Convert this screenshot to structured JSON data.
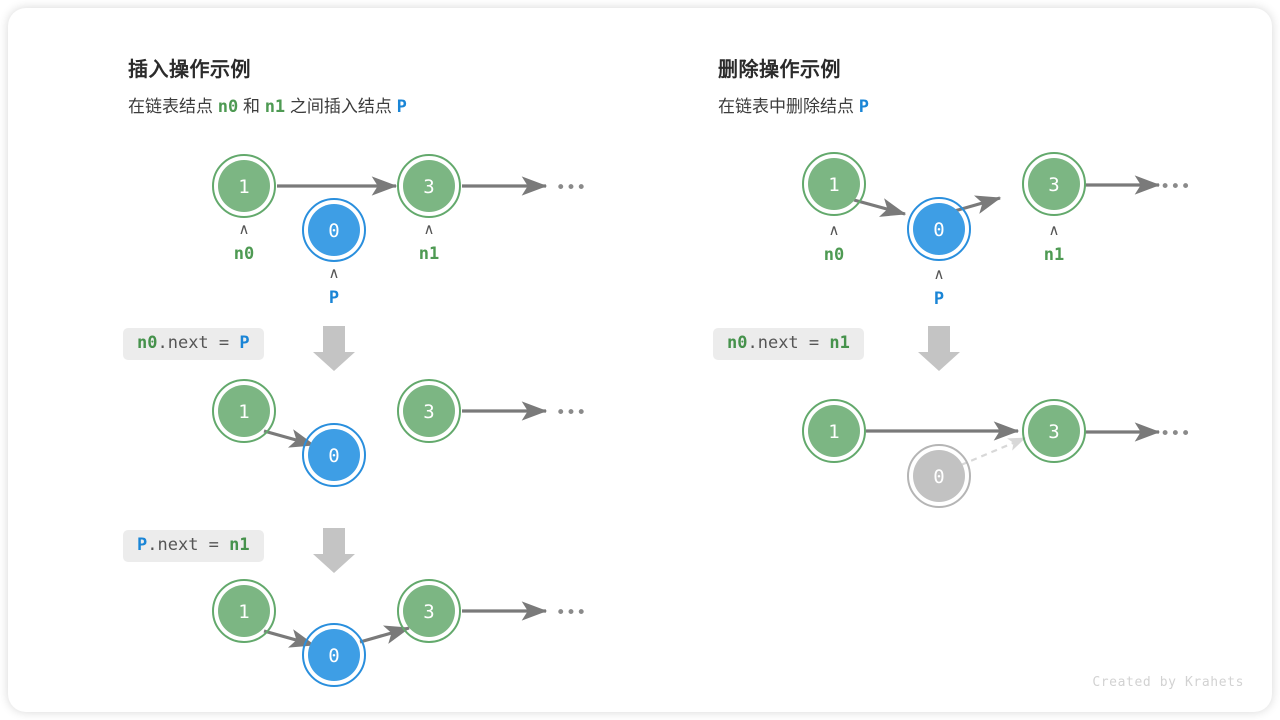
{
  "card": {
    "credit": "Created by Krahets"
  },
  "colors": {
    "green_fill": "#7cb683",
    "green_ring": "#63a96c",
    "blue_fill": "#3e9ee5",
    "blue_ring": "#2a8fdd",
    "gray_fill": "#c2c2c2",
    "gray_ring": "#b5b5b5",
    "arrow": "#7a7a7a",
    "dashed_arrow": "#d8d8d8",
    "label_green": "#4e9a53",
    "label_blue": "#1a85d6",
    "code_bg": "#ececec",
    "credit_color": "#d2d2d2"
  },
  "panels": [
    {
      "id": "insert",
      "title": "插入操作示例",
      "subtitle_parts": [
        {
          "text": "在链表结点",
          "style": "plain"
        },
        {
          "text": "n0",
          "style": "green-mono"
        },
        {
          "text": "和",
          "style": "plain"
        },
        {
          "text": "n1",
          "style": "green-mono"
        },
        {
          "text": "之间插入结点",
          "style": "plain"
        },
        {
          "text": "P",
          "style": "blue-mono"
        }
      ],
      "steps": [
        {
          "code_parts": [
            {
              "text": "n0",
              "style": "green"
            },
            {
              "text": ".next = ",
              "style": "plain"
            },
            {
              "text": "P",
              "style": "blue"
            }
          ]
        },
        {
          "code_parts": [
            {
              "text": "P",
              "style": "blue"
            },
            {
              "text": ".next = ",
              "style": "plain"
            },
            {
              "text": "n1",
              "style": "green"
            }
          ]
        }
      ],
      "rows": [
        {
          "nodes": [
            {
              "value": "1",
              "color": "green",
              "pointer": "n0",
              "pointer_color": "green"
            },
            {
              "value": "0",
              "color": "blue",
              "pointer": "P",
              "pointer_color": "blue"
            },
            {
              "value": "3",
              "color": "green",
              "pointer": "n1",
              "pointer_color": "green"
            }
          ],
          "ellipsis": "•••"
        },
        {
          "nodes": [
            {
              "value": "1",
              "color": "green"
            },
            {
              "value": "0",
              "color": "blue"
            },
            {
              "value": "3",
              "color": "green"
            }
          ],
          "ellipsis": "•••"
        },
        {
          "nodes": [
            {
              "value": "1",
              "color": "green"
            },
            {
              "value": "0",
              "color": "blue"
            },
            {
              "value": "3",
              "color": "green"
            }
          ],
          "ellipsis": "•••"
        }
      ]
    },
    {
      "id": "delete",
      "title": "删除操作示例",
      "subtitle_parts": [
        {
          "text": "在链表中删除结点",
          "style": "plain"
        },
        {
          "text": "P",
          "style": "blue-mono"
        }
      ],
      "steps": [
        {
          "code_parts": [
            {
              "text": "n0",
              "style": "green"
            },
            {
              "text": ".next = ",
              "style": "plain"
            },
            {
              "text": "n1",
              "style": "green"
            }
          ]
        }
      ],
      "rows": [
        {
          "nodes": [
            {
              "value": "1",
              "color": "green",
              "pointer": "n0",
              "pointer_color": "green"
            },
            {
              "value": "0",
              "color": "blue",
              "pointer": "P",
              "pointer_color": "blue"
            },
            {
              "value": "3",
              "color": "green",
              "pointer": "n1",
              "pointer_color": "green"
            }
          ],
          "ellipsis": "•••"
        },
        {
          "nodes": [
            {
              "value": "1",
              "color": "green"
            },
            {
              "value": "0",
              "color": "gray"
            },
            {
              "value": "3",
              "color": "green"
            }
          ],
          "ellipsis": "•••"
        }
      ]
    }
  ]
}
